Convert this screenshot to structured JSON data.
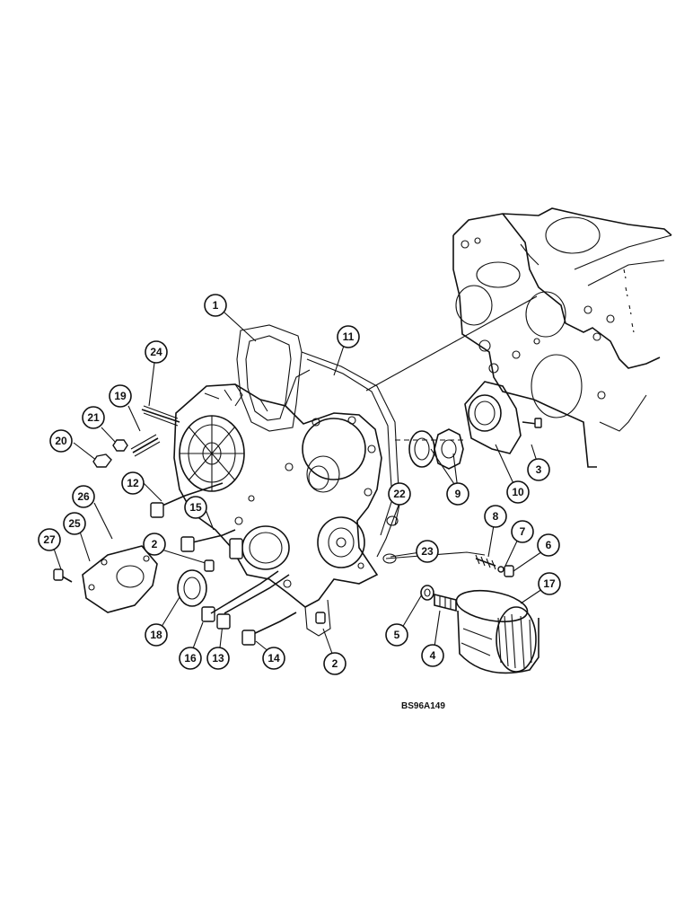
{
  "figure_code": "BS96A149",
  "callouts": [
    {
      "label": "1"
    },
    {
      "label": "11"
    },
    {
      "label": "24"
    },
    {
      "label": "19"
    },
    {
      "label": "21"
    },
    {
      "label": "20"
    },
    {
      "label": "12"
    },
    {
      "label": "26"
    },
    {
      "label": "15"
    },
    {
      "label": "22"
    },
    {
      "label": "9"
    },
    {
      "label": "10"
    },
    {
      "label": "3"
    },
    {
      "label": "8"
    },
    {
      "label": "7"
    },
    {
      "label": "6"
    },
    {
      "label": "27"
    },
    {
      "label": "25"
    },
    {
      "label": "2"
    },
    {
      "label": "23"
    },
    {
      "label": "17"
    },
    {
      "label": "5"
    },
    {
      "label": "4"
    },
    {
      "label": "18"
    },
    {
      "label": "16"
    },
    {
      "label": "13"
    },
    {
      "label": "14"
    },
    {
      "label": "2"
    }
  ]
}
